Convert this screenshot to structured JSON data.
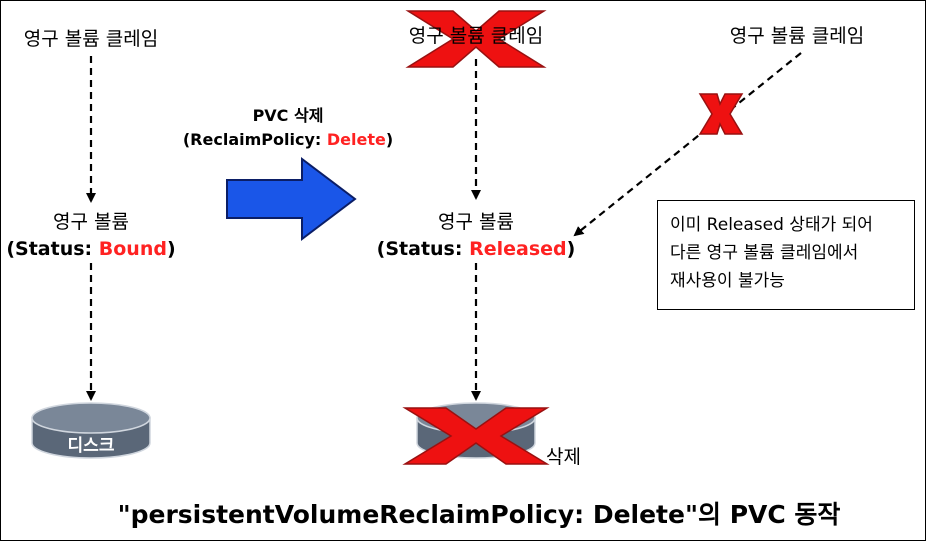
{
  "left": {
    "claim": "영구 볼륨 클레임",
    "volume_title": "영구 볼륨",
    "status_prefix": "(Status: ",
    "status_value": "Bound",
    "status_suffix": ")",
    "disk_label": "디스크"
  },
  "transition": {
    "title": "PVC 삭제",
    "policy_prefix": "(ReclaimPolicy: ",
    "policy_value": "Delete",
    "policy_suffix": ")"
  },
  "right": {
    "claim_deleted": "영구 볼륨 클레임",
    "claim_new": "영구 볼륨 클레임",
    "volume_title": "영구 볼륨",
    "status_prefix": "(Status: ",
    "status_value": "Released",
    "status_suffix": ")",
    "disk_deleted_label": "삭제"
  },
  "note": {
    "lines": [
      "이미 Released 상태가 되어",
      "다른 영구 볼륨 클레임에서",
      "재사용이 불가능"
    ]
  },
  "caption": {
    "policy": "\"persistentVolumeReclaimPolicy: Delete\"",
    "suffix": "의 PVC 동작"
  },
  "colors": {
    "status_text": "#ff2222",
    "cross_mark": "#ee1111",
    "disk_fill": "#5a6778",
    "big_arrow": "#1a56e8"
  },
  "icons": {
    "big_arrow": "right-arrow-icon",
    "cross": "x-mark-icon",
    "disk": "disk-cylinder-icon"
  }
}
